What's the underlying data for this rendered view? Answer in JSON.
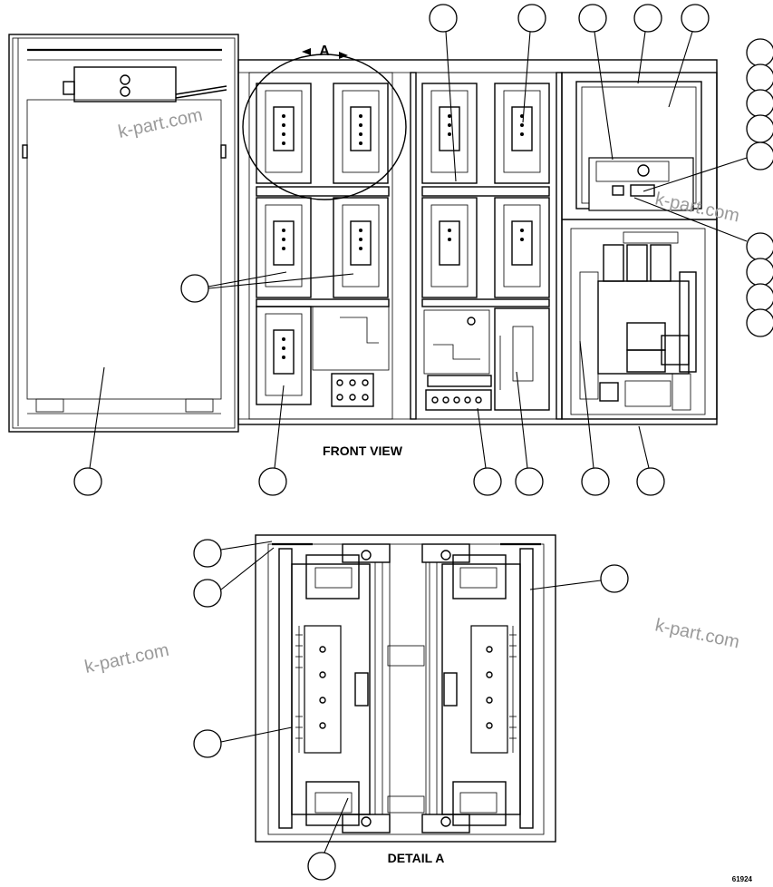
{
  "labels": {
    "front_view": "FRONT VIEW",
    "detail_a": "DETAIL A",
    "detail_marker": "A",
    "figure_number": "61924"
  },
  "watermark": "k-part.com"
}
